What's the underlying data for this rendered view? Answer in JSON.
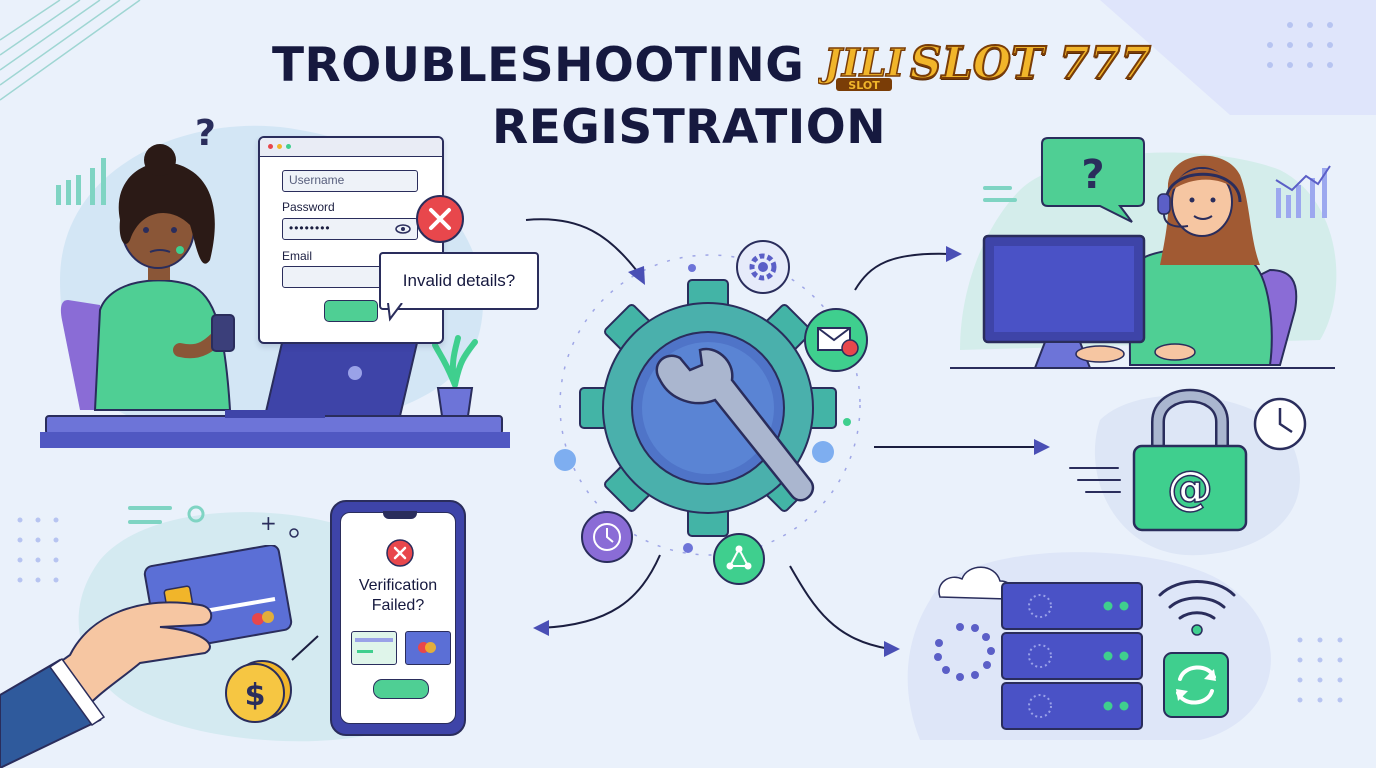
{
  "title": {
    "line1": "TROUBLESHOOTING",
    "brand": "SLOT 777",
    "logo_text": "JILI",
    "logo_sub": "SLOT",
    "line2": "REGISTRATION"
  },
  "login_form": {
    "username_placeholder": "Username",
    "password_label": "Password",
    "password_value": "••••••••",
    "email_label": "Email"
  },
  "error_callout": "Invalid details?",
  "phone": {
    "message_line1": "Verification",
    "message_line2": "Failed?"
  },
  "support_bubble_symbol": "?",
  "lock_symbol": "@",
  "coin_symbol": "$",
  "colors": {
    "navy": "#16193f",
    "green": "#3fcf8e",
    "purple": "#5b5fc7",
    "error": "#e8474c",
    "gold": "#f1b52a"
  }
}
